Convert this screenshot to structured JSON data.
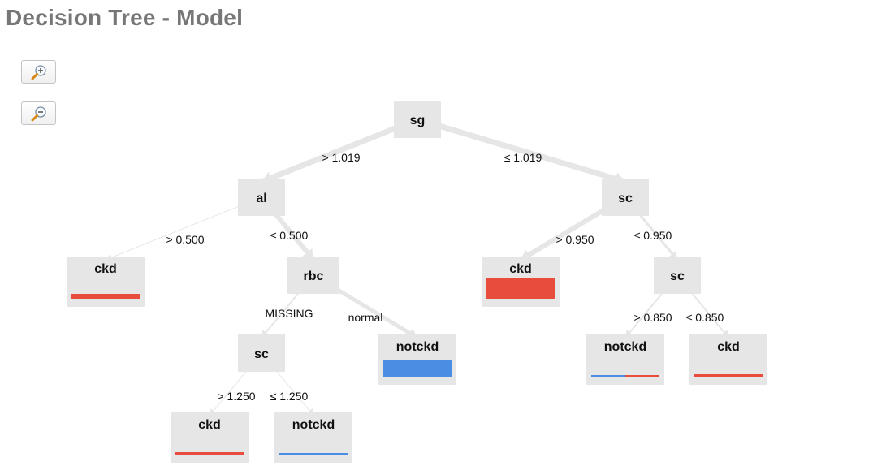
{
  "title": "Decision Tree - Model",
  "toolbar": {
    "zoom_in_icon": "zoom-in-icon",
    "zoom_out_icon": "zoom-out-icon"
  },
  "colors": {
    "ckd": "#e74c3c",
    "notckd": "#4a8ee3",
    "node_background": "#e6e6e6",
    "edge": "#e6e6e6"
  },
  "tree": {
    "nodes": [
      {
        "id": "sg",
        "label": "sg",
        "type": "split"
      },
      {
        "id": "al",
        "label": "al",
        "type": "split"
      },
      {
        "id": "sc_right",
        "label": "sc",
        "type": "split"
      },
      {
        "id": "ckd_1",
        "label": "ckd",
        "type": "leaf",
        "dist": {
          "ckd": 1.0,
          "notckd": 0.0
        }
      },
      {
        "id": "rbc",
        "label": "rbc",
        "type": "split"
      },
      {
        "id": "ckd_2",
        "label": "ckd",
        "type": "leaf",
        "dist": {
          "ckd": 1.0,
          "notckd": 0.0
        }
      },
      {
        "id": "sc_right2",
        "label": "sc",
        "type": "split"
      },
      {
        "id": "sc_left",
        "label": "sc",
        "type": "split"
      },
      {
        "id": "notckd_1",
        "label": "notckd",
        "type": "leaf",
        "dist": {
          "ckd": 0.0,
          "notckd": 1.0
        }
      },
      {
        "id": "notckd_2",
        "label": "notckd",
        "type": "leaf",
        "dist": {
          "ckd": 0.5,
          "notckd": 0.5
        }
      },
      {
        "id": "ckd_3",
        "label": "ckd",
        "type": "leaf",
        "dist": {
          "ckd": 1.0,
          "notckd": 0.0
        }
      },
      {
        "id": "ckd_4",
        "label": "ckd",
        "type": "leaf",
        "dist": {
          "ckd": 1.0,
          "notckd": 0.0
        }
      },
      {
        "id": "notckd_3",
        "label": "notckd",
        "type": "leaf",
        "dist": {
          "ckd": 0.0,
          "notckd": 1.0
        }
      }
    ],
    "edges": [
      {
        "from": "sg",
        "to": "al",
        "label": "> 1.019"
      },
      {
        "from": "sg",
        "to": "sc_right",
        "label": "≤ 1.019"
      },
      {
        "from": "al",
        "to": "ckd_1",
        "label": "> 0.500"
      },
      {
        "from": "al",
        "to": "rbc",
        "label": "≤ 0.500"
      },
      {
        "from": "sc_right",
        "to": "ckd_2",
        "label": "> 0.950"
      },
      {
        "from": "sc_right",
        "to": "sc_right2",
        "label": "≤ 0.950"
      },
      {
        "from": "rbc",
        "to": "sc_left",
        "label": "MISSING"
      },
      {
        "from": "rbc",
        "to": "notckd_1",
        "label": "normal"
      },
      {
        "from": "sc_right2",
        "to": "notckd_2",
        "label": "> 0.850"
      },
      {
        "from": "sc_right2",
        "to": "ckd_3",
        "label": "≤ 0.850"
      },
      {
        "from": "sc_left",
        "to": "ckd_4",
        "label": "> 1.250"
      },
      {
        "from": "sc_left",
        "to": "notckd_3",
        "label": "≤ 1.250"
      }
    ]
  }
}
